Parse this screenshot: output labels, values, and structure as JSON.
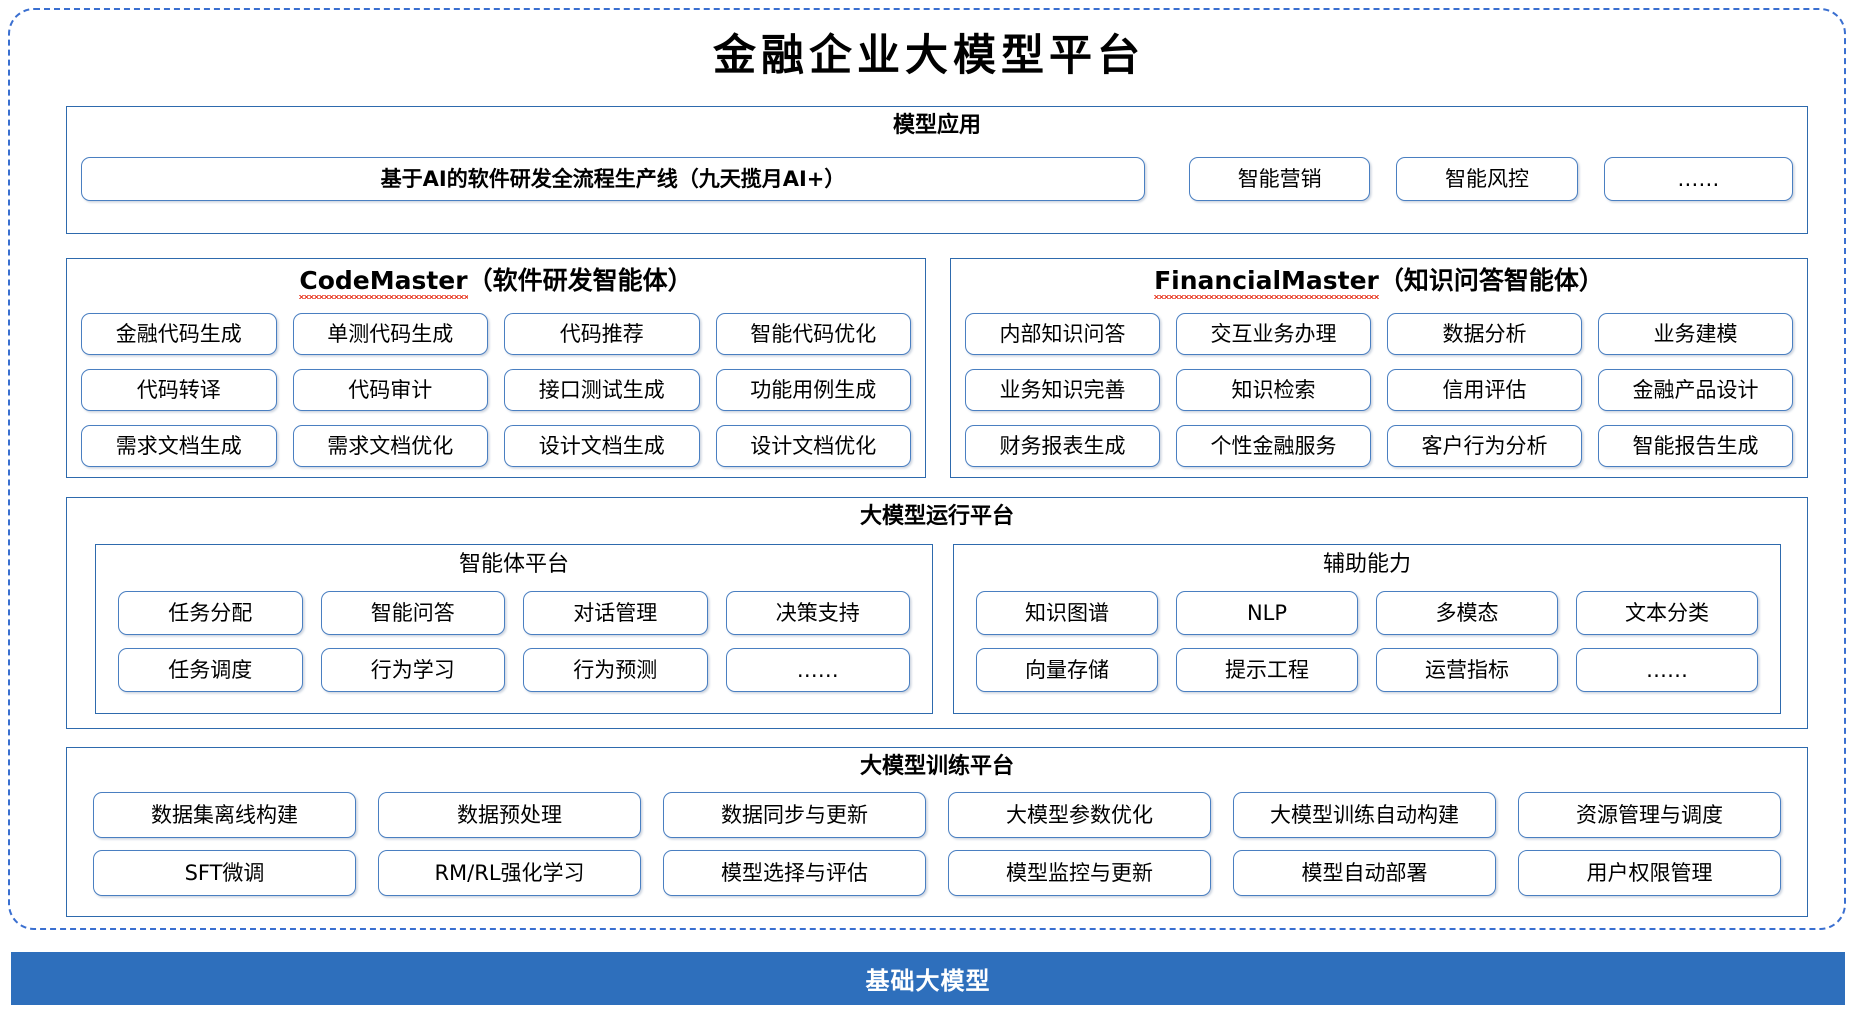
{
  "diagram": {
    "title": "金融企业大模型平台",
    "base_model_bar": "基础大模型"
  },
  "model_application": {
    "title": "模型应用",
    "wide_item": "基于AI的软件研发全流程生产线（九天揽月AI+）",
    "items": [
      "智能营销",
      "智能风控",
      "……"
    ]
  },
  "agents": {
    "codemaster": {
      "name": "CodeMaster",
      "suffix": "（软件研发智能体）",
      "capabilities": [
        "金融代码生成",
        "单测代码生成",
        "代码推荐",
        "智能代码优化",
        "代码转译",
        "代码审计",
        "接口测试生成",
        "功能用例生成",
        "需求文档生成",
        "需求文档优化",
        "设计文档生成",
        "设计文档优化"
      ]
    },
    "financialmaster": {
      "name": "FinancialMaster",
      "suffix": "（知识问答智能体）",
      "capabilities": [
        "内部知识问答",
        "交互业务办理",
        "数据分析",
        "业务建模",
        "业务知识完善",
        "知识检索",
        "信用评估",
        "金融产品设计",
        "财务报表生成",
        "个性金融服务",
        "客户行为分析",
        "智能报告生成"
      ]
    }
  },
  "runtime_platform": {
    "title": "大模型运行平台",
    "agent_platform": {
      "title": "智能体平台",
      "items": [
        "任务分配",
        "智能问答",
        "对话管理",
        "决策支持",
        "任务调度",
        "行为学习",
        "行为预测",
        "……"
      ]
    },
    "auxiliary_capability": {
      "title": "辅助能力",
      "items": [
        "知识图谱",
        "NLP",
        "多模态",
        "文本分类",
        "向量存储",
        "提示工程",
        "运营指标",
        "……"
      ]
    }
  },
  "training_platform": {
    "title": "大模型训练平台",
    "items": [
      "数据集离线构建",
      "数据预处理",
      "数据同步与更新",
      "大模型参数优化",
      "大模型训练自动构建",
      "资源管理与调度",
      "SFT微调",
      "RM/RL强化学习",
      "模型选择与评估",
      "模型监控与更新",
      "模型自动部署",
      "用户权限管理"
    ]
  },
  "colors": {
    "frame_border": "#3A6FD0",
    "panel_border": "#2E6AAD",
    "pill_border": "#4A7FC1",
    "base_bar": "#2E6FBC",
    "spellcheck_underline": "#E8402A"
  }
}
